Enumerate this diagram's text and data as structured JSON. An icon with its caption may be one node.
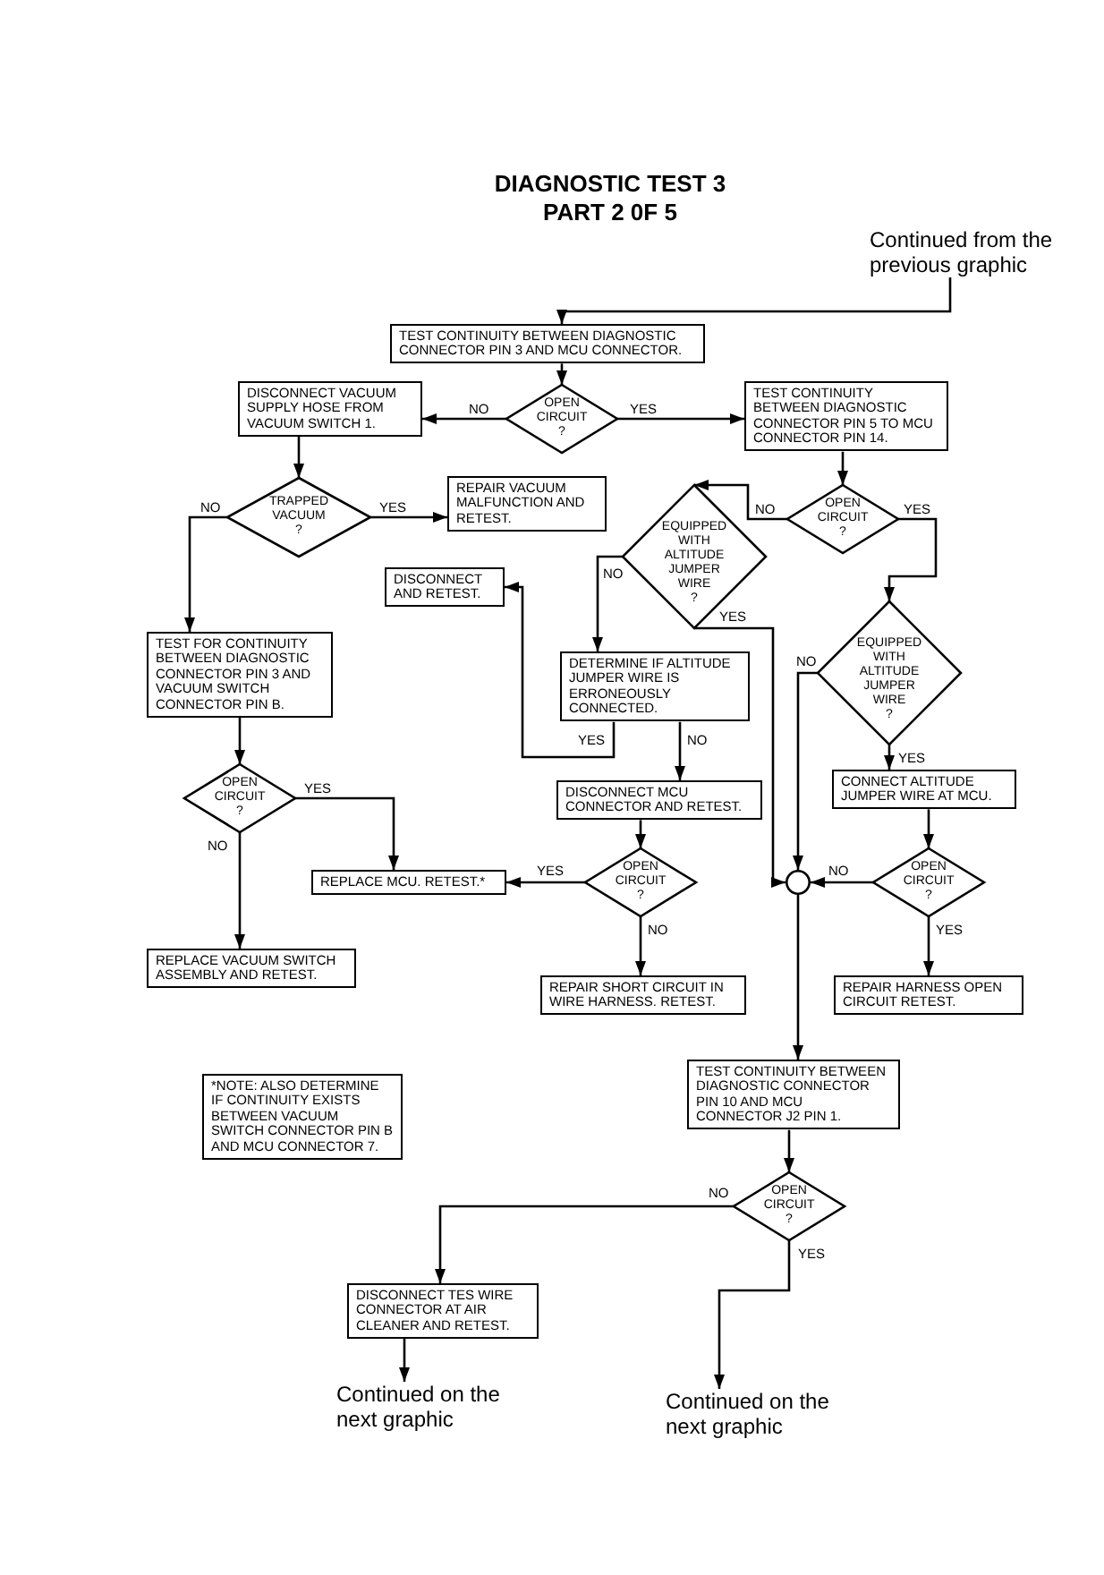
{
  "diagram": {
    "title": "DIAGNOSTIC TEST 3 PART 2 0F 5",
    "nodes": [
      {
        "text": [
          "Continued from the previous graphic"
        ]
      },
      {
        "text": [
          "TEST CONTINUITY BETWEEN DIAGNOSTIC CONNECTOR PIN 3 AND MCU CONNECTOR."
        ]
      },
      {
        "text": [
          "DISCONNECT VACUUM SUPPLY HOSE FROM VACUUM SWITCH 1."
        ]
      },
      {
        "text": [
          "OPEN CIRCUIT ?"
        ]
      },
      {
        "text": [
          "TEST CONTINUITY BETWEEN DIAGNOSTIC CONNECTOR PIN 5 TO MCU CONNECTOR PIN 14."
        ]
      },
      {
        "text": [
          "TRAPPED VACUUM ?"
        ]
      },
      {
        "text": [
          "REPAIR VACUUM MALFUNCTION AND RETEST."
        ]
      },
      {
        "text": [
          "OPEN CIRCUIT ?"
        ]
      },
      {
        "text": [
          "EQUIPPED WITH ALTITUDE JUMPER WIRE ?"
        ]
      },
      {
        "text": [
          "DISCONNECT AND RETEST."
        ]
      },
      {
        "text": [
          "DETERMINE IF ALTITUDE JUMPER WIRE IS ERRONEOUSLY CONNECTED."
        ]
      },
      {
        "text": [
          "EQUIPPED WITH ALTITUDE JUMPER WIRE ?"
        ]
      },
      {
        "text": [
          "TEST FOR CONTINUITY BETWEEN DIAGNOSTIC CONNECTOR PIN 3 AND VACUUM SWITCH CONNECTOR PIN B."
        ]
      },
      {
        "text": [
          "OPEN CIRCUIT ?"
        ]
      },
      {
        "text": [
          "DISCONNECT MCU CONNECTOR AND RETEST."
        ]
      },
      {
        "text": [
          "CONNECT ALTITUDE JUMPER WIRE AT MCU."
        ]
      },
      {
        "text": [
          "REPLACE MCU. RETEST.*"
        ]
      },
      {
        "text": [
          "OPEN CIRCUIT ?"
        ]
      },
      {
        "text": [],
        "shape": "circle"
      },
      {
        "text": [
          "OPEN CIRCUIT ?"
        ]
      },
      {
        "text": [
          "REPLACE VACUUM SWITCH ASSEMBLY AND RETEST."
        ]
      },
      {
        "text": [
          "REPAIR SHORT CIRCUIT IN WIRE HARNESS. RETEST."
        ]
      },
      {
        "text": [
          "REPAIR HARNESS OPEN CIRCUIT RETEST."
        ]
      },
      {
        "text": [
          "*NOTE: ALSO DETERMINE IF CONTINUITY EXISTS BETWEEN VACUUM SWITCH CONNECTOR PIN B AND MCU CONNECTOR 7."
        ]
      },
      {
        "text": [
          "TEST CONTINUITY BETWEEN DIAGNOSTIC CONNECTOR PIN 10 AND MCU CONNECTOR J2 PIN 1."
        ]
      },
      {
        "text": [
          "OPEN CIRCUIT ?"
        ]
      },
      {
        "text": [
          "DISCONNECT TES WIRE CONNECTOR AT AIR CLEANER AND RETEST."
        ]
      },
      {
        "text": [
          "Continued on the next graphic"
        ]
      },
      {
        "text": [
          "Continued on the next graphic"
        ]
      }
    ],
    "edges": [
      {
        "from": 0,
        "to": 1,
        "arrow": "to"
      },
      {
        "from": 1,
        "to": 3,
        "arrow": "to"
      },
      {
        "from": 3,
        "to": 2,
        "arrow": "to",
        "label": "NO"
      },
      {
        "from": 3,
        "to": 4,
        "arrow": "to",
        "label": "YES"
      },
      {
        "from": 2,
        "to": 5,
        "arrow": "to"
      },
      {
        "from": 5,
        "to": 6,
        "arrow": "to",
        "label": "YES"
      },
      {
        "from": 5,
        "to": 12,
        "arrow": "to",
        "label": "NO"
      },
      {
        "from": 4,
        "to": 7,
        "arrow": "to"
      },
      {
        "from": 7,
        "to": 8,
        "arrow": "to",
        "label": "NO"
      },
      {
        "from": 7,
        "to": 11,
        "arrow": "to",
        "label": "YES"
      },
      {
        "from": 8,
        "to": 10,
        "arrow": "to",
        "label": "NO"
      },
      {
        "from": 8,
        "to": 18,
        "arrow": "to",
        "label": "YES"
      },
      {
        "from": 10,
        "to": 9,
        "arrow": "to",
        "label": "YES"
      },
      {
        "from": 10,
        "to": 14,
        "arrow": "to",
        "label": "NO"
      },
      {
        "from": 11,
        "to": 18,
        "arrow": "to",
        "label": "NO"
      },
      {
        "from": 11,
        "to": 15,
        "arrow": "to",
        "label": "YES"
      },
      {
        "from": 12,
        "to": 13,
        "arrow": "to"
      },
      {
        "from": 13,
        "to": 16,
        "arrow": "to",
        "label": "YES"
      },
      {
        "from": 13,
        "to": 20,
        "arrow": "to",
        "label": "NO"
      },
      {
        "from": 14,
        "to": 17,
        "arrow": "to"
      },
      {
        "from": 17,
        "to": 16,
        "arrow": "to",
        "label": "YES"
      },
      {
        "from": 17,
        "to": 21,
        "arrow": "to",
        "label": "NO"
      },
      {
        "from": 15,
        "to": 19,
        "arrow": "to"
      },
      {
        "from": 19,
        "to": 18,
        "arrow": "to",
        "label": "NO"
      },
      {
        "from": 19,
        "to": 22,
        "arrow": "to",
        "label": "YES"
      },
      {
        "from": 18,
        "to": 24,
        "arrow": "to"
      },
      {
        "from": 24,
        "to": 25,
        "arrow": "to"
      },
      {
        "from": 25,
        "to": 26,
        "arrow": "to",
        "label": "NO"
      },
      {
        "from": 25,
        "to": 28,
        "arrow": "to",
        "label": "YES"
      },
      {
        "from": 26,
        "to": 27,
        "arrow": "to"
      }
    ]
  }
}
